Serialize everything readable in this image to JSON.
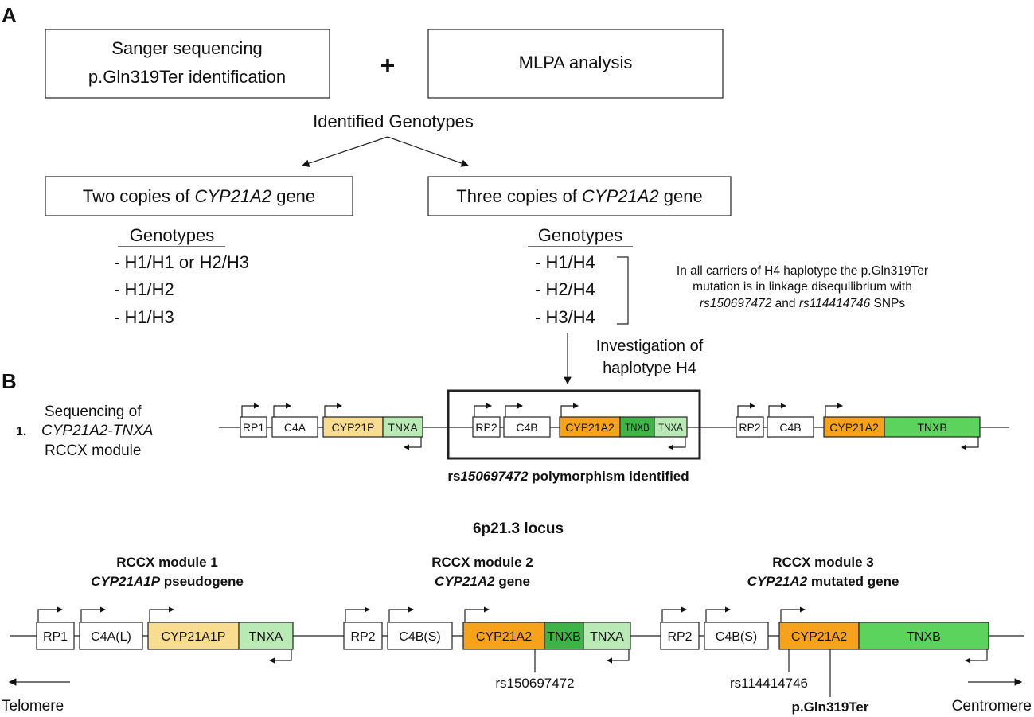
{
  "panel_a": {
    "label": "A",
    "box_sanger": {
      "line1": "Sanger sequencing",
      "line2": "p.Gln319Ter identification"
    },
    "plus": "+",
    "box_mlpa": "MLPA analysis",
    "identified_genotypes": "Identified Genotypes",
    "box_two": {
      "pre": "Two copies of ",
      "gene": "CYP21A2",
      "post": " gene"
    },
    "box_three": {
      "pre": "Three copies of ",
      "gene": "CYP21A2",
      "post": " gene"
    },
    "left_genotypes": {
      "title": "Genotypes",
      "items": [
        "- H1/H1 or H2/H3",
        "- H1/H2",
        "- H1/H3"
      ]
    },
    "right_genotypes": {
      "title": "Genotypes",
      "items": [
        "- H1/H4",
        "- H2/H4",
        "- H3/H4"
      ]
    },
    "note": {
      "line1": "In all carriers of H4 haplotype the p.Gln319Ter",
      "line2": "mutation is in linkage disequilibrium with",
      "snp1": "rs150697472",
      "and": " and ",
      "snp2": "rs114414746",
      "post": " SNPs"
    },
    "investigation": {
      "line1": "Investigation of",
      "line2": "haplotype H4"
    }
  },
  "panel_b": {
    "label": "B",
    "step_number": "1.",
    "step_text": {
      "line1": "Sequencing of",
      "line2": "CYP21A2-TNXA",
      "line3": "RCCX module"
    },
    "upper_genes": {
      "module1": [
        "RP1",
        "C4A",
        "CYP21P",
        "TNXA"
      ],
      "module2": [
        "RP2",
        "C4B",
        "CYP21A2",
        "TNXB",
        "TNXA"
      ],
      "module3": [
        "RP2",
        "C4B",
        "CYP21A2",
        "TNXB"
      ]
    },
    "polymorphism": {
      "pre": "rs",
      "italic": "150697472",
      "post": " polymorphism identified"
    },
    "locus_title": "6p21.3 locus",
    "modules": [
      {
        "title": "RCCX module 1",
        "subtitle_gene": "CYP21A1P",
        "subtitle_rest": " pseudogene"
      },
      {
        "title": "RCCX module 2",
        "subtitle_gene": "CYP21A2",
        "subtitle_rest": " gene"
      },
      {
        "title": "RCCX module 3",
        "subtitle_gene": "CYP21A2",
        "subtitle_rest": " mutated gene"
      }
    ],
    "lower_genes": {
      "module1": [
        "RP1",
        "C4A(L)",
        "CYP21A1P",
        "TNXA"
      ],
      "module2": [
        "RP2",
        "C4B(S)",
        "CYP21A2",
        "TNXB",
        "TNXA"
      ],
      "module3": [
        "RP2",
        "C4B(S)",
        "CYP21A2",
        "TNXB"
      ]
    },
    "markers": {
      "rs150697472": "rs150697472",
      "rs114414746": "rs114414746",
      "mutation": "p.Gln319Ter"
    },
    "telomere": "Telomere",
    "centromere": "Centromere"
  },
  "colors": {
    "cyp21p_pale": "#f8dc90",
    "cyp21a2_orange": "#f7a21b",
    "tnxb_green": "#5cd35c",
    "tnxb_dark_green": "#3eb446",
    "tnxa_pale_green": "#b9eab5"
  }
}
